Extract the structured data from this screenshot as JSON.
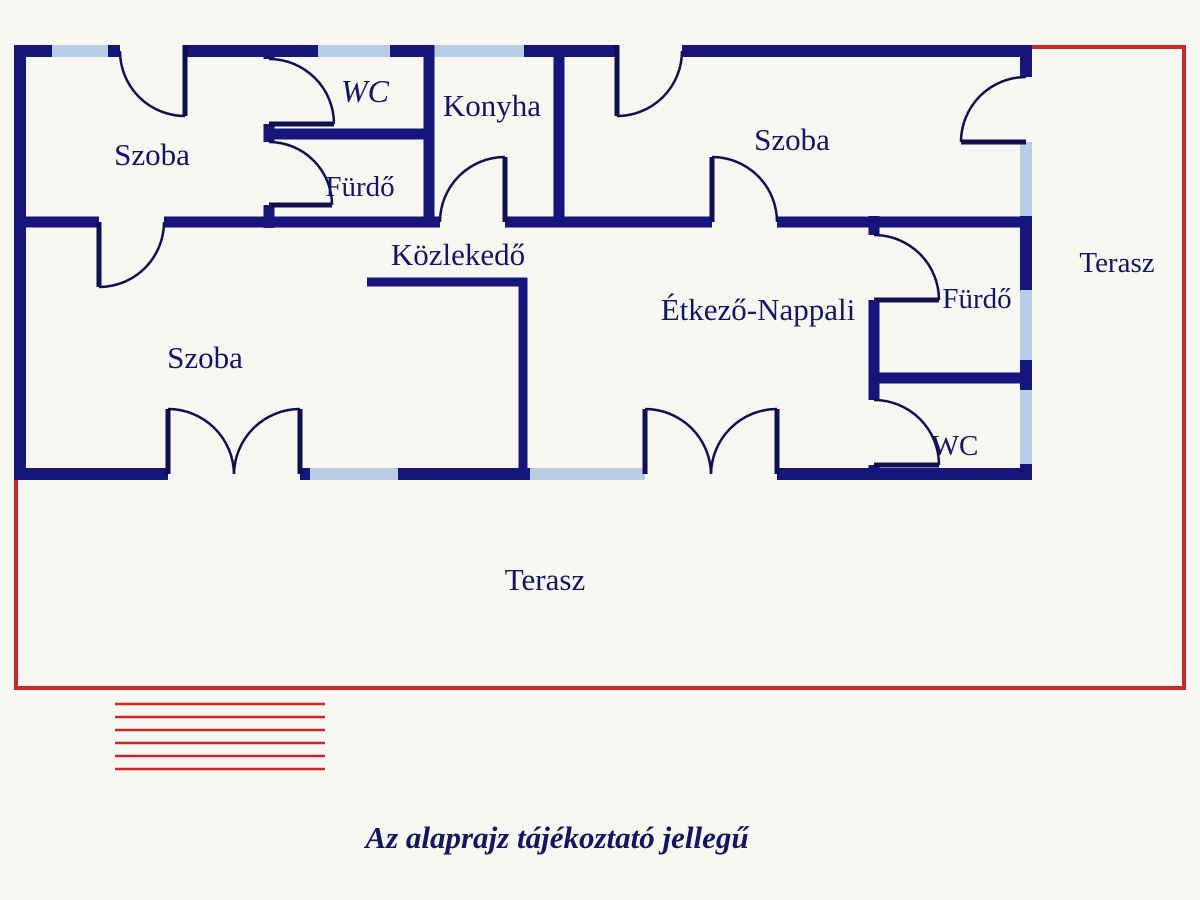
{
  "palette": {
    "wall": "#15157b",
    "window": "#b8cce4",
    "boundary": "#c62828",
    "label": "#15155f",
    "background": "#f7f6f1"
  },
  "rooms": [
    {
      "id": "szoba-top-left",
      "label": "Szoba"
    },
    {
      "id": "wc-top",
      "label": "WC"
    },
    {
      "id": "konyha",
      "label": "Konyha"
    },
    {
      "id": "szoba-top-right",
      "label": "Szoba"
    },
    {
      "id": "furdo-top",
      "label": "Fürdő"
    },
    {
      "id": "kozlekedo",
      "label": "Közlekedő"
    },
    {
      "id": "etkezo-nappali",
      "label": "Étkező-Nappali"
    },
    {
      "id": "furdo-right",
      "label": "Fürdő"
    },
    {
      "id": "szoba-bottom-left",
      "label": "Szoba"
    },
    {
      "id": "wc-right",
      "label": "WC"
    },
    {
      "id": "terasz-right",
      "label": "Terasz"
    },
    {
      "id": "terasz-bottom",
      "label": "Terasz"
    }
  ],
  "caption": "Az alaprajz tájékoztató jellegű"
}
